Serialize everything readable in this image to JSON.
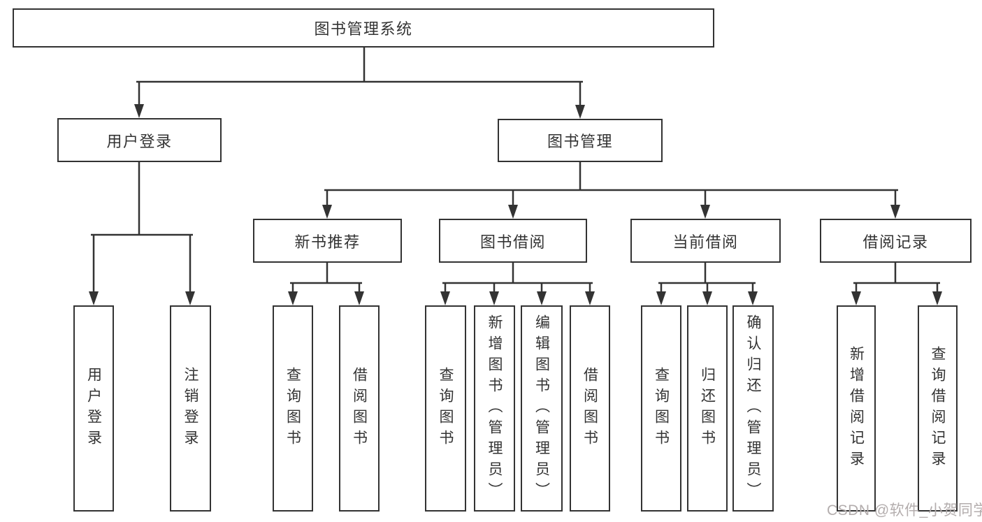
{
  "tree": {
    "root": {
      "label": "图书管理系统"
    },
    "branches": [
      {
        "label": "用户登录",
        "children": [
          {
            "label": "用户登录"
          },
          {
            "label": "注销登录"
          }
        ]
      },
      {
        "label": "图书管理",
        "children": [
          {
            "label": "新书推荐",
            "children": [
              {
                "label": "查询图书"
              },
              {
                "label": "借阅图书"
              }
            ]
          },
          {
            "label": "图书借阅",
            "children": [
              {
                "label": "查询图书"
              },
              {
                "label": "新增图书（管理员）"
              },
              {
                "label": "编辑图书（管理员）"
              },
              {
                "label": "借阅图书"
              }
            ]
          },
          {
            "label": "当前借阅",
            "children": [
              {
                "label": "查询图书"
              },
              {
                "label": "归还图书"
              },
              {
                "label": "确认归还（管理员）"
              }
            ]
          },
          {
            "label": "借阅记录",
            "children": [
              {
                "label": "新增借阅记录"
              },
              {
                "label": "查询借阅记录"
              }
            ]
          }
        ]
      }
    ]
  },
  "watermark": {
    "text": "CSDN @软件_小贺同学",
    "color": "#b3adad"
  },
  "colors": {
    "line": "#333333",
    "box_border": "#333333",
    "text": "#333333",
    "background": "#ffffff"
  }
}
